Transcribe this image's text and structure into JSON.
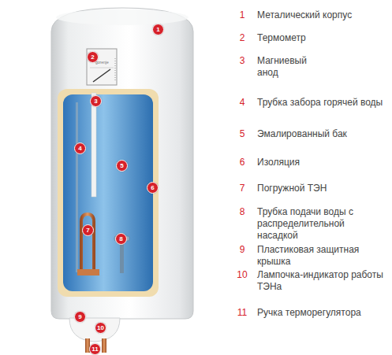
{
  "diagram": {
    "nodes": [
      {
        "text": [
          "1"
        ]
      },
      {
        "text": [
          "2"
        ]
      },
      {
        "text": [
          "3"
        ]
      },
      {
        "text": [
          "4"
        ]
      },
      {
        "text": [
          "5"
        ]
      },
      {
        "text": [
          "6"
        ]
      },
      {
        "text": [
          "7"
        ]
      },
      {
        "text": [
          "8"
        ]
      },
      {
        "text": [
          "9"
        ]
      },
      {
        "text": [
          "10"
        ]
      },
      {
        "text": [
          "11"
        ]
      }
    ],
    "labels": [
      "gorenje",
      "1",
      "Металический корпус",
      "2",
      "Термометр",
      "3",
      "Магниевый анод",
      "4",
      "Трубка забора горячей воды",
      "5",
      "Эмалированный бак",
      "6",
      "Изоляция",
      "7",
      "Погружной ТЭН",
      "8",
      "Трубка подачи воды с распределительной насадкой",
      "9",
      "Пластиковая защитная крышка",
      "10",
      "Лампочка-индикатор работы ТЭНа",
      "11",
      "Ручка терморегулятора"
    ]
  }
}
